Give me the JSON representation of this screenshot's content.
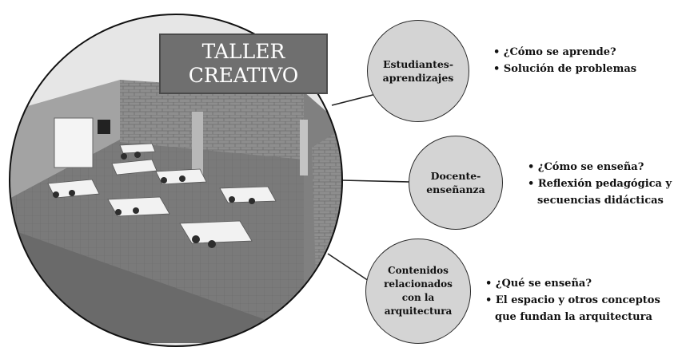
{
  "title": {
    "line1": "TALLER",
    "line2": "CREATIVO"
  },
  "nodes": [
    {
      "lines": [
        "Estudiantes-",
        "aprendizajes"
      ],
      "bullets": [
        {
          "text": "• ¿Cómo se aprende?"
        },
        {
          "text": "• Solución de problemas"
        }
      ]
    },
    {
      "lines": [
        "Docente-",
        "enseñanza"
      ],
      "bullets": [
        {
          "text": "• ¿Cómo se enseña?"
        },
        {
          "text": "• Reflexión pedagógica y",
          "cont": "secuencias didácticas"
        }
      ]
    },
    {
      "lines": [
        "Contenidos",
        "relacionados",
        "con la",
        "arquitectura"
      ],
      "bullets": [
        {
          "text": "• ¿Qué se enseña?"
        },
        {
          "text": "• El espacio y otros conceptos",
          "cont": "que fundan la arquitectura"
        }
      ]
    }
  ],
  "colors": {
    "title_box": "#6f6f6f",
    "node_fill": "#d4d4d4",
    "outline": "#2a2a2a",
    "floor": "#7d7d7d",
    "wall": "#8a8a8a"
  }
}
